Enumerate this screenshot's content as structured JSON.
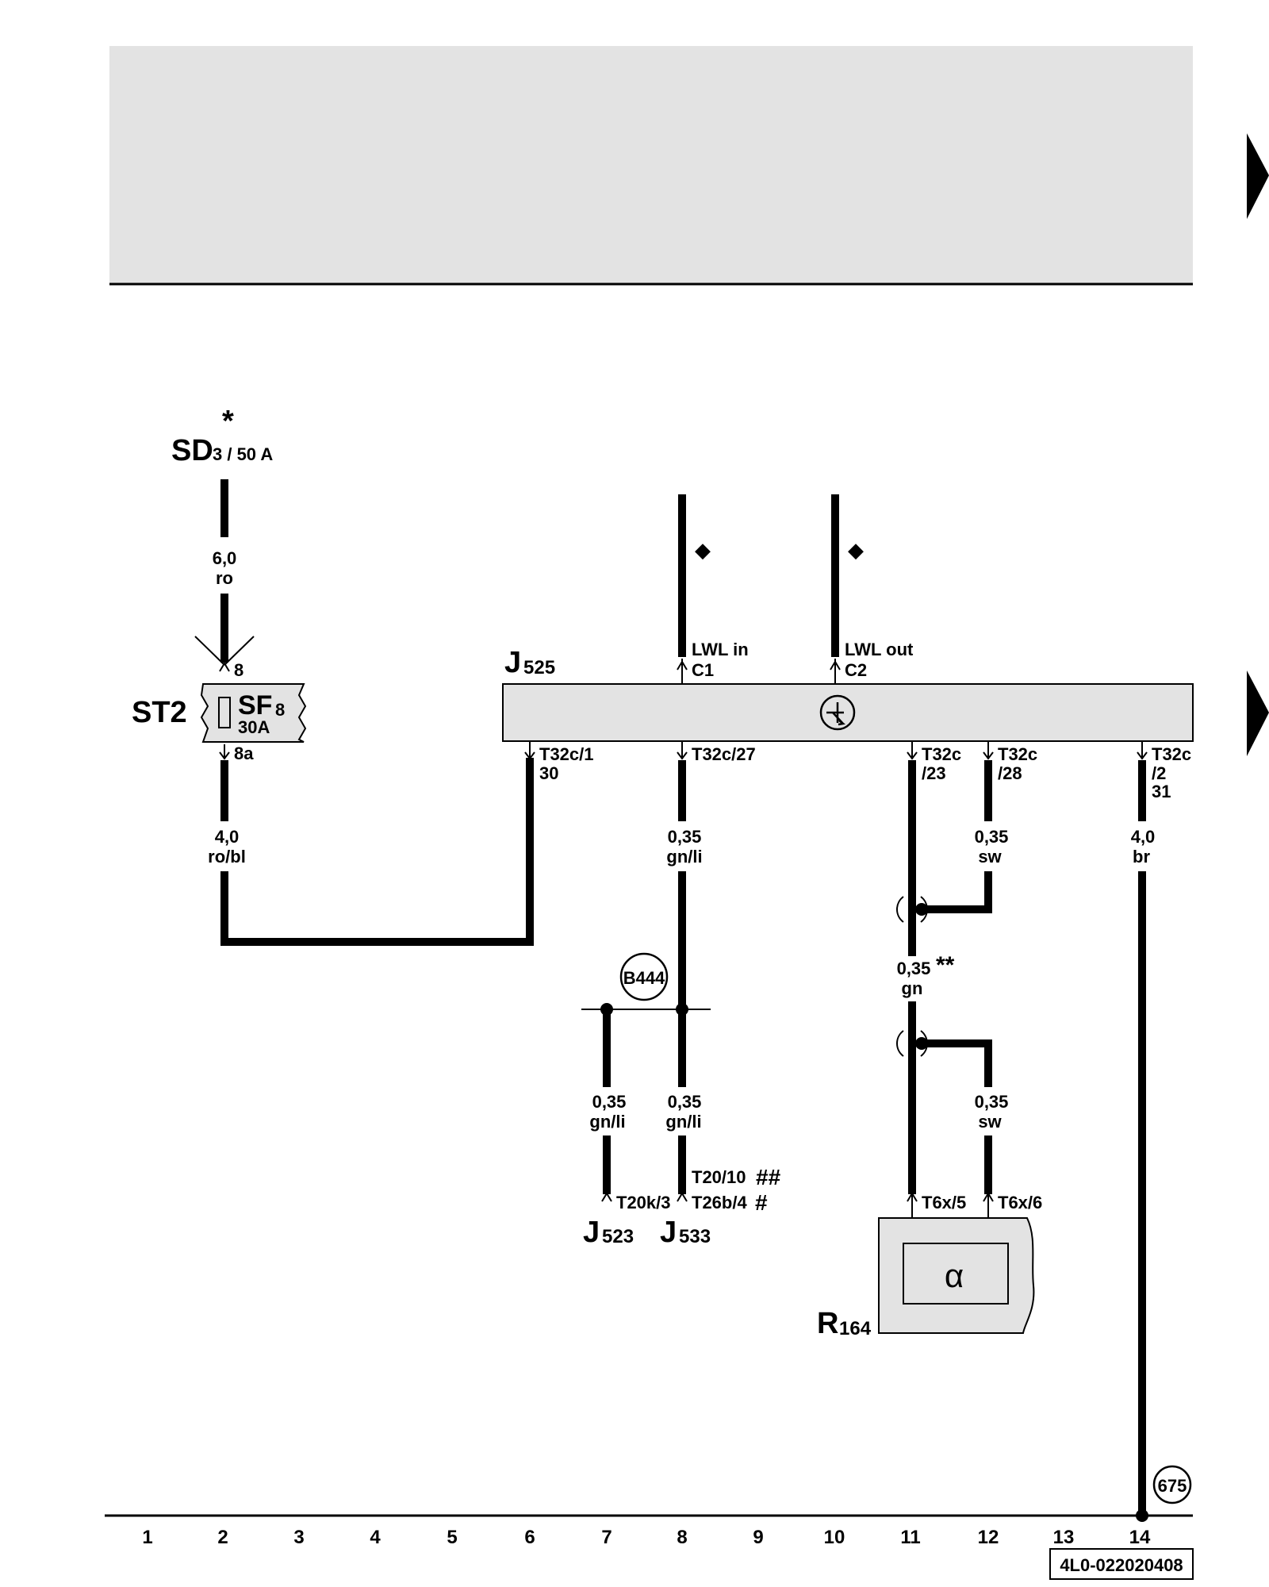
{
  "header": {
    "background": "#e3e3e3"
  },
  "fuse_supply": {
    "star": "*",
    "name": "SD",
    "sub": "3 / 50 A",
    "wire_gauge": "6,0",
    "wire_color": "ro",
    "pin_top": "8",
    "pin_bottom": "8a"
  },
  "fuse_box": {
    "name": "ST2",
    "fuse": "SF",
    "fuse_sub": "8",
    "rating": "30A",
    "wire_gauge": "4,0",
    "wire_color": "ro/bl"
  },
  "module": {
    "name": "J",
    "name_sub": "525",
    "lwl_in": "LWL in",
    "pin_c1": "C1",
    "lwl_out": "LWL out",
    "pin_c2": "C2",
    "diamond": "◆",
    "pins": {
      "p1": "T32c/1",
      "p1_term": "30",
      "p27": "T32c/27",
      "p23a": "T32c",
      "p23b": "/23",
      "p28a": "T32c",
      "p28b": "/28",
      "p2a": "T32c",
      "p2b": "/2",
      "p2_term": "31"
    }
  },
  "wires": {
    "w27": {
      "gauge": "0,35",
      "color": "gn/li"
    },
    "w28": {
      "gauge": "0,35",
      "color": "sw"
    },
    "w2": {
      "gauge": "4,0",
      "color": "br"
    },
    "w_mid": {
      "gauge": "0,35",
      "mark": "**",
      "color": "gn"
    },
    "w_j523": {
      "gauge": "0,35",
      "color": "gn/li"
    },
    "w_j533": {
      "gauge": "0,35",
      "color": "gn/li"
    },
    "w_r164": {
      "gauge": "0,35",
      "color": "sw"
    }
  },
  "splice": {
    "label": "B444"
  },
  "connectors": {
    "t20k": "T20k/3",
    "t20": "T20/10",
    "t20_mark": "##",
    "t26b": "T26b/4",
    "t26b_mark": "#",
    "j523": "J",
    "j523_sub": "523",
    "j533": "J",
    "j533_sub": "533",
    "t6x5": "T6x/5",
    "t6x6": "T6x/6"
  },
  "component": {
    "name": "R",
    "name_sub": "164",
    "symbol": "α"
  },
  "ground": {
    "label": "675"
  },
  "footer": {
    "grid_numbers": [
      "1",
      "2",
      "3",
      "4",
      "5",
      "6",
      "7",
      "8",
      "9",
      "10",
      "11",
      "12",
      "13",
      "14"
    ],
    "doc_id": "4L0-022020408"
  }
}
